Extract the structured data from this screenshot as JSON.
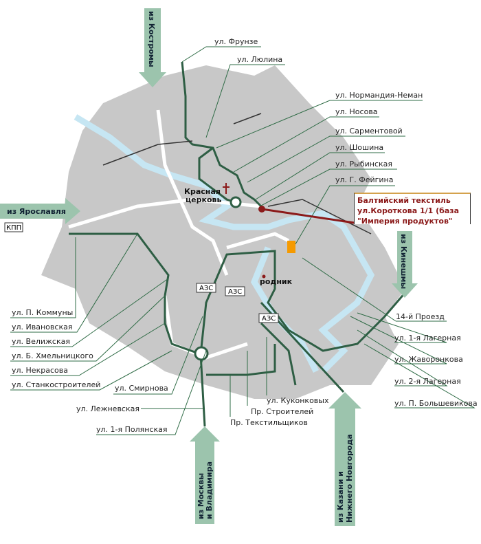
{
  "streets_top": [
    "ул. Фрунзе",
    "ул. Люлина",
    "ул. Нормандия-Неман",
    "ул. Носова",
    "ул. Сарментовой",
    "ул. Шошина",
    "ул. Рыбинская",
    "ул. Г. Фейгина"
  ],
  "streets_left": [
    "ул. П. Коммуны",
    "ул. Ивановская",
    "ул. Велижская",
    "ул. Б. Хмельницкого",
    "ул. Некрасова",
    "ул. Станкостроителей"
  ],
  "streets_bottom": {
    "smirnova": "ул. Смирнова",
    "lezhnevskaya": "ул. Лежневская",
    "polyanskaya": "ул. 1-я Полянская",
    "kukonkovykh": "ул. Куконковых",
    "stroiteley": "Пр. Строителей",
    "tekstilshchikov": "Пр. Текстильщиков"
  },
  "streets_right": [
    "14-й Проезд",
    "ул. 1-я Лагерная",
    "ул. Жаворонкова",
    "ул. 2-я Лагерная",
    "ул. П. Большевикова"
  ],
  "landmarks": {
    "church_line1": "Красная",
    "church_line2": "церковь",
    "spring": "родник",
    "gas": "АЗС",
    "checkpoint": "КПП"
  },
  "arrows": {
    "kostroma": "из Костромы",
    "yaroslavl": "из Ярославля",
    "kineshma": "из Кинешмы",
    "moscow_1": "из Москвы",
    "moscow_2": "и Владимира",
    "kazan_1": "из Казани и",
    "kazan_2": "Нижнего Новгорода"
  },
  "destination": {
    "line1": "Балтийский текстиль",
    "line2": "ул.Короткова 1/1 (база",
    "line3": "\"Империя продуктов\""
  },
  "colors": {
    "block": "#c8c8c8",
    "river": "#c6e6f3",
    "road": "#2e5e44",
    "marker": "#8b1a1a",
    "arrow": "#9cc4ad"
  }
}
